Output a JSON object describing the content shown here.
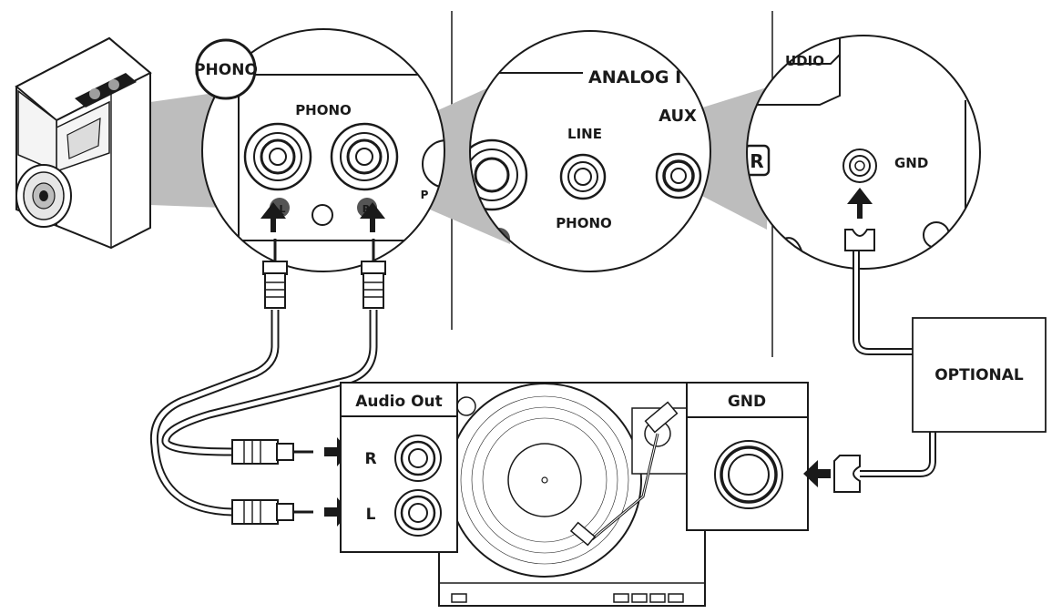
{
  "zoom_circles": {
    "speaker_view": {
      "badge": "PHONO",
      "panel_label": "PHONO",
      "left_channel": "L",
      "right_channel": "R",
      "cut_label": "P"
    },
    "input_view": {
      "header": "ANALOG I",
      "line_label": "LINE",
      "phono_label": "PHONO",
      "aux_label": "AUX"
    },
    "ground_view": {
      "header": "UDIO",
      "side_letter": "R",
      "gnd_label": "GND"
    }
  },
  "turntable": {
    "audio_out_title": "Audio Out",
    "right_label": "R",
    "left_label": "L",
    "gnd_title": "GND"
  },
  "optional_box": {
    "label": "OPTIONAL"
  },
  "colors": {
    "line": "#1a1a1a",
    "shade": "#bdbdbd",
    "jack_fill": "#555555"
  }
}
